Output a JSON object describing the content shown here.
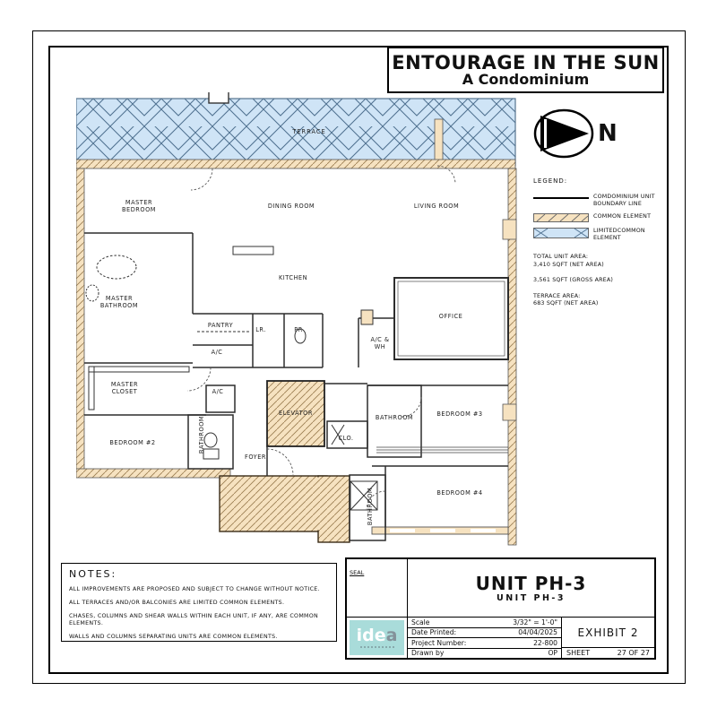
{
  "title": {
    "line1": "ENTOURAGE IN THE SUN",
    "line2": "A Condominium"
  },
  "north": {
    "label": "N"
  },
  "legend": {
    "heading": "LEGEND:",
    "boundary_line1": "COMDOMINIUM UNIT",
    "boundary_line2": "BOUNDARY LINE",
    "common": "COMMON ELEMENT",
    "limited_line1": "LIMITEDCOMMON",
    "limited_line2": "ELEMENT",
    "total_area_label": "TOTAL UNIT AREA:",
    "total_area_net": "3,410 SQFT (NET AREA)",
    "total_area_gross": "3,561 SQFT (GROSS AREA)",
    "terrace_area_label": "TERRACE AREA:",
    "terrace_area_net": "683 SQFT (NET AREA)"
  },
  "plan": {
    "rooms": [
      {
        "label": "TERRACE"
      },
      {
        "label": "MASTER BEDROOM"
      },
      {
        "label": "DINING ROOM"
      },
      {
        "label": "LIVING ROOM"
      },
      {
        "label": "KITCHEN"
      },
      {
        "label": "MASTER BATHROOM"
      },
      {
        "label": "PANTRY"
      },
      {
        "label": "LR."
      },
      {
        "label": "PR"
      },
      {
        "label": "A/C"
      },
      {
        "label": "A/C & WH"
      },
      {
        "label": "OFFICE"
      },
      {
        "label": "MASTER CLOSET"
      },
      {
        "label": "A/C"
      },
      {
        "label": "ELEVATOR"
      },
      {
        "label": "BATHROOM"
      },
      {
        "label": "CLO."
      },
      {
        "label": "BATHROOM"
      },
      {
        "label": "BEDROOM #3"
      },
      {
        "label": "BEDROOM #2"
      },
      {
        "label": "FOYER"
      },
      {
        "label": "BATHROOM"
      },
      {
        "label": "BEDROOM #4"
      }
    ]
  },
  "notes": {
    "heading": "NOTES:",
    "items": [
      "ALL IMPROVEMENTS ARE PROPOSED AND SUBJECT TO CHANGE WITHOUT NOTICE.",
      "ALL TERRACES AND/OR BALCONIES ARE LIMITED COMMON ELEMENTS.",
      "CHASES, COLUMNS AND SHEAR WALLS WITHIN EACH UNIT, IF ANY, ARE COMMON ELEMENTS.",
      "WALLS AND COLUMNS SEPARATING UNITS ARE COMMON ELEMENTS."
    ]
  },
  "titleblock": {
    "seal_label": "SEAL",
    "unit_title": "UNIT PH-3",
    "unit_subtitle": "UNIT PH-3",
    "logo_part1": "ide",
    "logo_part2": "a",
    "rows": [
      {
        "label": "Scale",
        "value": "3/32\" = 1'-0\""
      },
      {
        "label": "Date Printed:",
        "value": "04/04/2025"
      },
      {
        "label": "Project Number:",
        "value": "22-800"
      },
      {
        "label": "Drawn by",
        "value": "OP"
      }
    ],
    "exhibit": "EXHIBIT 2",
    "sheet_label": "SHEET",
    "sheet_value": "27 OF 27"
  },
  "colors": {
    "terrace_fill": "#cfe4f6",
    "terrace_line": "#4e708f",
    "common_fill": "#f6e2c0",
    "common_line": "#9a7b4f",
    "logo_bg": "#a9dcda",
    "logo_gray": "#83929a"
  }
}
